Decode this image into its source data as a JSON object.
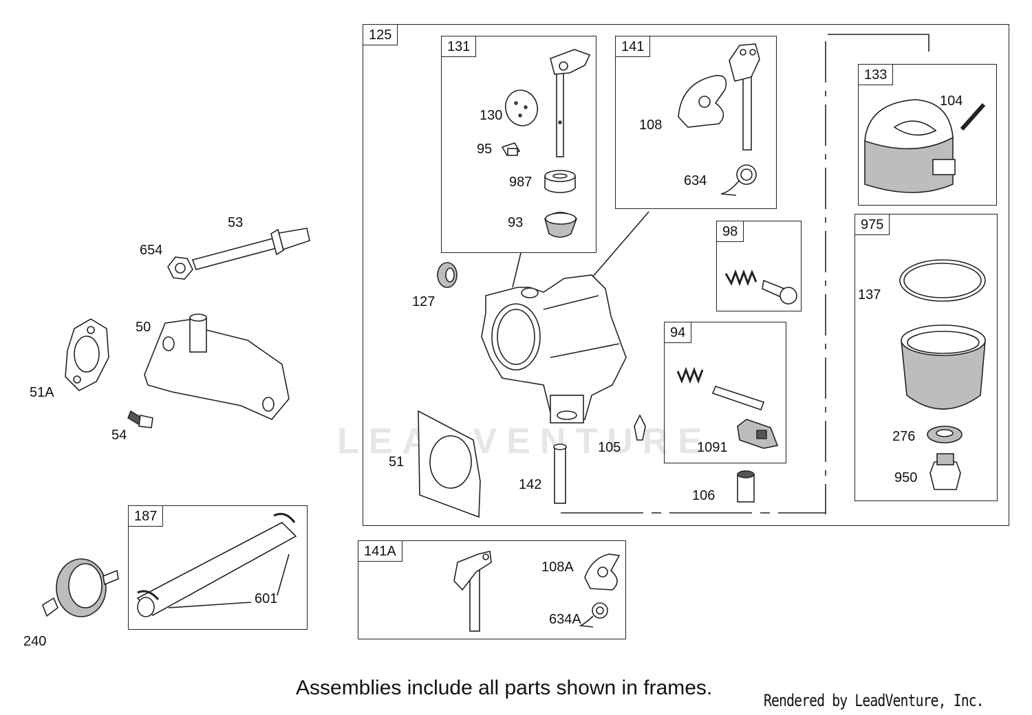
{
  "frames": {
    "f125": "125",
    "f131": "131",
    "f141": "141",
    "f133": "133",
    "f98": "98",
    "f94": "94",
    "f975": "975",
    "f187": "187",
    "f141a": "141A"
  },
  "parts": {
    "p130": "130",
    "p95": "95",
    "p987": "987",
    "p93": "93",
    "p108": "108",
    "p634": "634",
    "p104": "104",
    "p137": "137",
    "p276": "276",
    "p950": "950",
    "p127": "127",
    "p1091": "1091",
    "p105": "105",
    "p142": "142",
    "p106": "106",
    "p51": "51",
    "p53": "53",
    "p654": "654",
    "p50": "50",
    "p51a": "51A",
    "p54": "54",
    "p601": "601",
    "p240": "240",
    "p108a": "108A",
    "p634a": "634A"
  },
  "caption": "Assemblies include all parts shown in frames.",
  "credit": "Rendered by LeadVenture, Inc.",
  "watermark": "LEADVENTURE"
}
